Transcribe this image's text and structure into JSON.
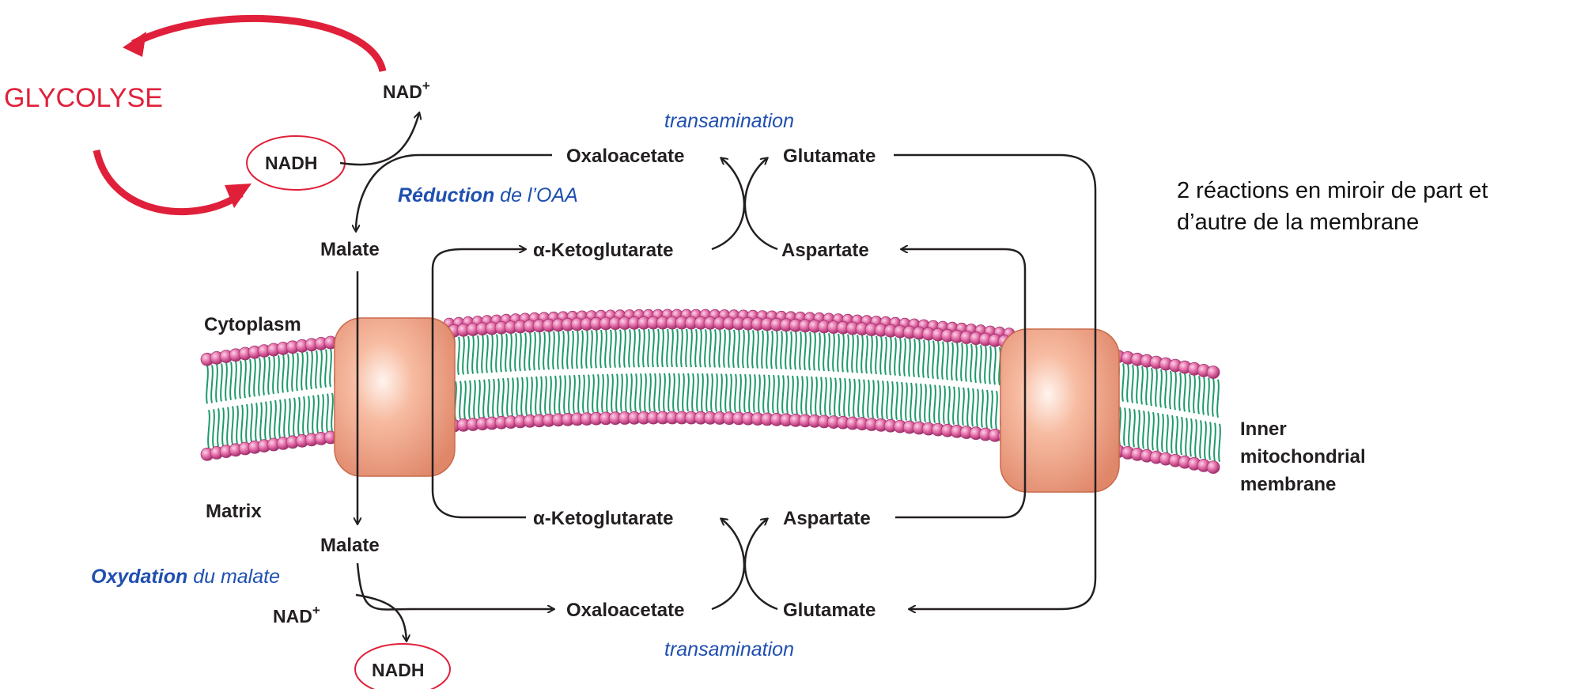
{
  "colors": {
    "red": "#e0203a",
    "blue": "#1f4fb0",
    "arrow": "#231f20",
    "lipid_head": "#e36aa6",
    "lipid_tail": "#1e9a6a",
    "transporter": "#f2a585"
  },
  "labels": {
    "glycolyse": "GLYCOLYSE",
    "nad_top": "NAD",
    "nad_top_sup": "+",
    "nadh_top": "NADH",
    "transamination_top": "transamination",
    "reduction_bold": "Réduction",
    "reduction_rest": " de l’OAA",
    "oxaloacetate_top": "Oxaloacetate",
    "glutamate_top": "Glutamate",
    "malate_top": "Malate",
    "akg_top": "α-Ketoglutarate",
    "aspartate_top": "Aspartate",
    "cytoplasm": "Cytoplasm",
    "matrix": "Matrix",
    "inner_1": "Inner",
    "inner_2": "mitochondrial",
    "inner_3": "membrane",
    "akg_bottom": "α-Ketoglutarate",
    "aspartate_bottom": "Aspartate",
    "malate_bottom": "Malate",
    "oxydation_bold": "Oxydation",
    "oxydation_rest": " du malate",
    "nad_bottom": "NAD",
    "nad_bottom_sup": "+",
    "oxaloacetate_bottom": "Oxaloacetate",
    "glutamate_bottom": "Glutamate",
    "transamination_bottom": "transamination",
    "nadh_bottom": "NADH",
    "note_1": "2 réactions en miroir de part et",
    "note_2": "d’autre de la membrane"
  }
}
